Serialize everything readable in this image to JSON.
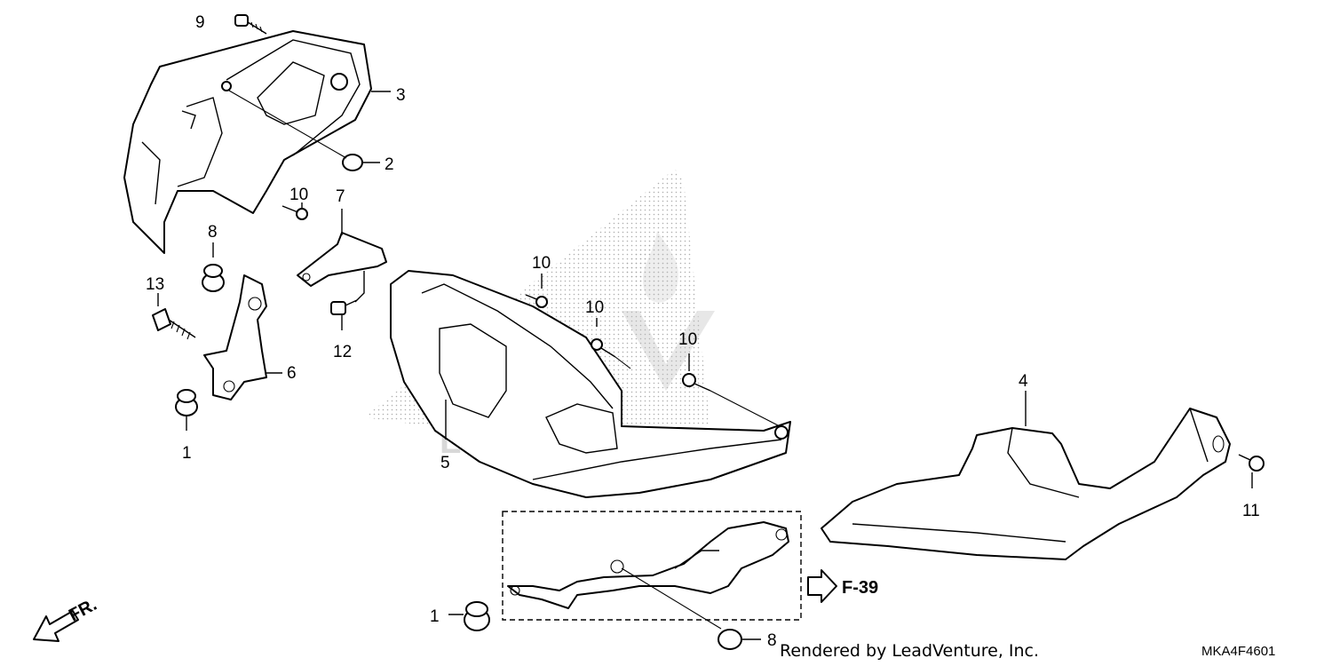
{
  "diagram": {
    "callouts": {
      "c9": "9",
      "c3": "3",
      "c2": "2",
      "c10a": "10",
      "c7": "7",
      "c8a": "8",
      "c13": "13",
      "c12": "12",
      "c6": "6",
      "c1a": "1",
      "c10b": "10",
      "c10c": "10",
      "c10d": "10",
      "c5": "5",
      "c4": "4",
      "c11": "11",
      "c1b": "1",
      "c8b": "8"
    },
    "reference": "F-39",
    "front_marker": "FR.",
    "credit": "Rendered by LeadVenture, Inc.",
    "diagram_code": "MKA4F4601",
    "watermark": "LEADVENTURE"
  }
}
